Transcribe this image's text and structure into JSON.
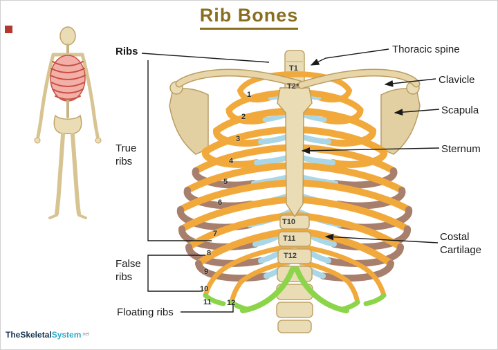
{
  "title": "Rib Bones",
  "labels": {
    "ribs": "Ribs",
    "true_ribs": "True\nribs",
    "false_ribs": "False\nribs",
    "floating_ribs": "Floating ribs",
    "thoracic_spine": "Thoracic spine",
    "clavicle": "Clavicle",
    "scapula": "Scapula",
    "sternum": "Sternum",
    "costal_cartilage": "Costal\nCartilage"
  },
  "vertebrae": [
    "T1",
    "T2*",
    "T10",
    "T11",
    "T12"
  ],
  "rib_numbers": [
    "1",
    "2",
    "3",
    "4",
    "5",
    "6",
    "7",
    "8",
    "9",
    "10",
    "11",
    "12"
  ],
  "watermark": {
    "brand_dark": "TheSkeletal",
    "brand_accent": "System",
    "suffix": ".net"
  },
  "colors": {
    "rib_bone_orange": "#F2A93B",
    "lower_rib_brown": "#A87F6C",
    "costal_cartilage_blue": "#A9D7E8",
    "floating_cartilage_green": "#8CD44A",
    "bone_tan": "#EADCB5",
    "highlighted_ribs_red": "#E06A5E",
    "title_brown": "#8A6E20"
  }
}
